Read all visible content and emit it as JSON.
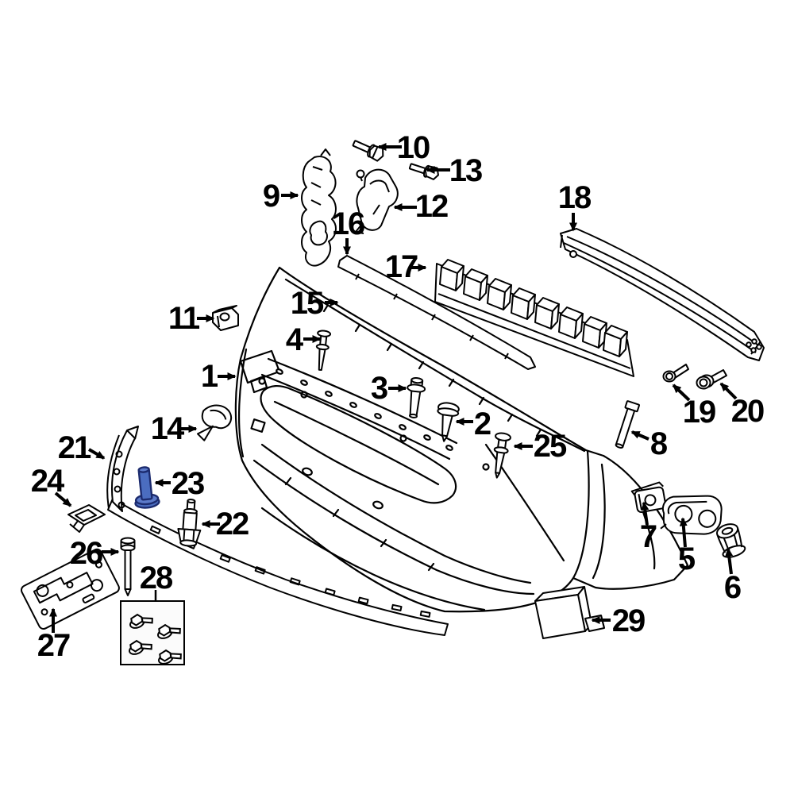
{
  "diagram": {
    "type": "exploded-parts-diagram",
    "subject": "front-bumper-assembly",
    "background_color": "#ffffff",
    "line_color": "#000000",
    "highlighted_part": {
      "callout": "23",
      "part": "flange-bolt",
      "fill_color": "#4b6dc0",
      "outline_color": "#1c2b6e"
    },
    "callouts": [
      {
        "number": "1",
        "part": "front-bumper-cover"
      },
      {
        "number": "2",
        "part": "push-rivet"
      },
      {
        "number": "3",
        "part": "flange-bolt"
      },
      {
        "number": "4",
        "part": "push-pin-retainer"
      },
      {
        "number": "5",
        "part": "parking-sensor-bracket"
      },
      {
        "number": "6",
        "part": "grommet-clip"
      },
      {
        "number": "7",
        "part": "sensor-retainer-clip"
      },
      {
        "number": "8",
        "part": "long-bolt"
      },
      {
        "number": "9",
        "part": "side-air-deflector-bracket"
      },
      {
        "number": "10",
        "part": "hex-flange-bolt"
      },
      {
        "number": "11",
        "part": "u-nut-clip"
      },
      {
        "number": "12",
        "part": "side-mount-bracket"
      },
      {
        "number": "13",
        "part": "hex-flange-bolt"
      },
      {
        "number": "14",
        "part": "wing-clip"
      },
      {
        "number": "15",
        "part": "grille-opening-reinforcement"
      },
      {
        "number": "16",
        "part": "upper-seal-strip"
      },
      {
        "number": "17",
        "part": "energy-absorber-foam"
      },
      {
        "number": "18",
        "part": "bumper-impact-bar"
      },
      {
        "number": "19",
        "part": "washer-screw"
      },
      {
        "number": "20",
        "part": "washer-screw"
      },
      {
        "number": "21",
        "part": "end-support-bracket"
      },
      {
        "number": "22",
        "part": "shoulder-stud"
      },
      {
        "number": "23",
        "part": "flange-bolt-highlighted"
      },
      {
        "number": "24",
        "part": "retainer-clip"
      },
      {
        "number": "25",
        "part": "push-pin-retainer"
      },
      {
        "number": "26",
        "part": "rivet"
      },
      {
        "number": "27",
        "part": "license-plate-bracket"
      },
      {
        "number": "28",
        "part": "hardware-kit-box"
      },
      {
        "number": "29",
        "part": "distance-sensor-module"
      }
    ]
  }
}
